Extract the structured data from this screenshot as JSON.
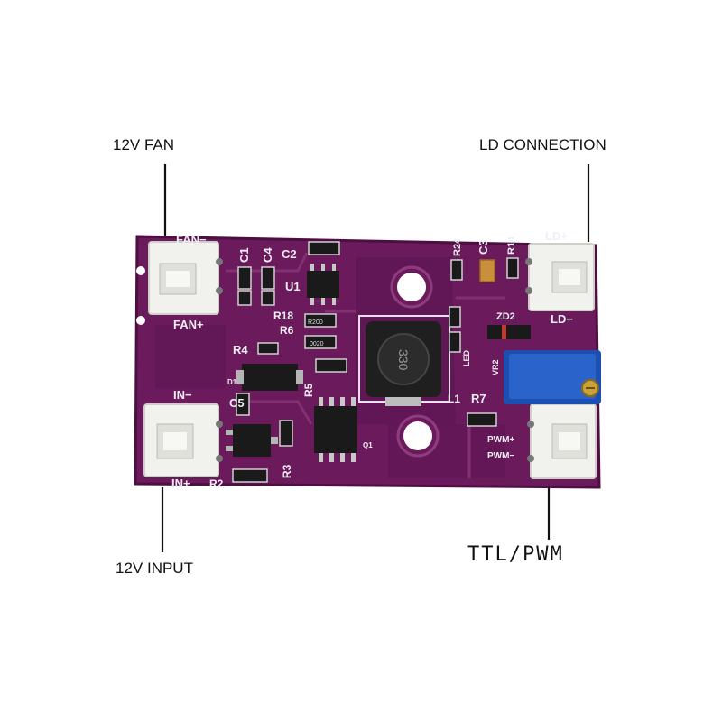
{
  "callouts": {
    "fan": "12V FAN",
    "ld": "LD CONNECTION",
    "input": "12V INPUT",
    "ttl": "TTL/PWM"
  },
  "silkscreen": {
    "fan_minus": "FAN−",
    "fan_plus": "FAN+",
    "in_minus": "IN−",
    "in_plus": "IN+",
    "ld_plus": "LD+",
    "ld_minus": "LD−",
    "pwm_plus": "PWM+",
    "pwm_minus": "PWM−",
    "c1": "C1",
    "c2": "C2",
    "c3": "C3",
    "c4": "C4",
    "c5": "C5",
    "u1": "U1",
    "r2": "R2",
    "r3": "R3",
    "r4": "R4",
    "r5": "R5",
    "r6": "R6",
    "r7": "R7",
    "r14": "R14",
    "r18": "R18",
    "r24": "R24",
    "zd2": "ZD2",
    "vr2": "VR2",
    "l1": "L1",
    "led": "LED",
    "d1": "D1",
    "q1": "Q1",
    "inductor_marking": "330",
    "r18_marking": "R200",
    "r6_marking": "0020"
  },
  "colors": {
    "pcb": "#6b1a5c",
    "pcb_dark": "#4d0f41",
    "connector": "#f1f1ee",
    "trimmer": "#1d4fb0",
    "chip": "#1a1a1a"
  }
}
